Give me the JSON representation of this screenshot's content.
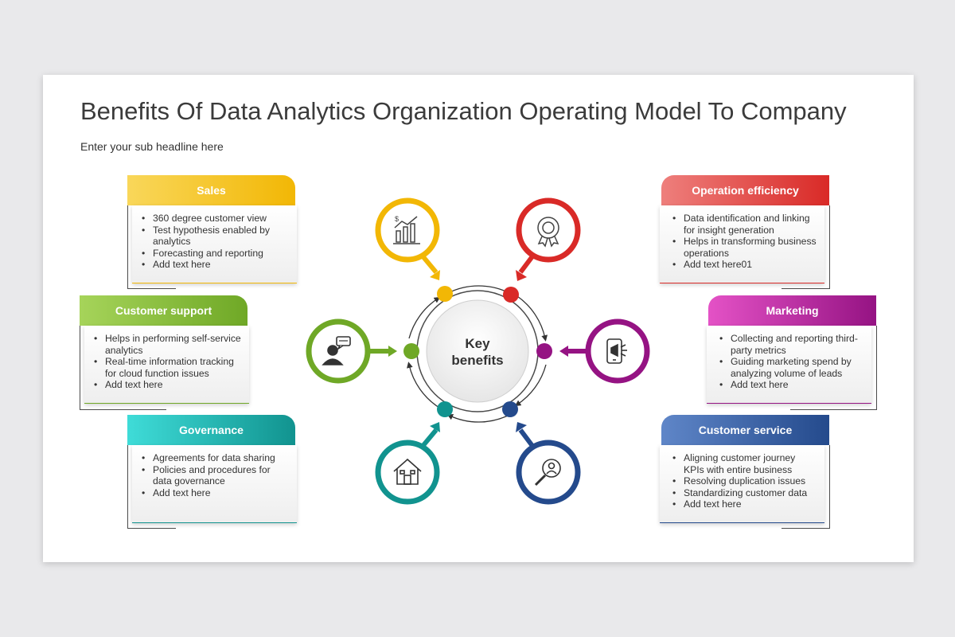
{
  "slide": {
    "title": "Benefits Of Data Analytics Organization Operating Model To Company",
    "subtitle": "Enter your sub headline here"
  },
  "center": {
    "line1": "Key",
    "line2": "benefits"
  },
  "cards": {
    "sales": {
      "title": "Sales",
      "color": "#f4bd14",
      "items": [
        "360 degree customer view",
        "Test hypothesis enabled by analytics",
        "Forecasting and reporting",
        "Add text here"
      ]
    },
    "customer_support": {
      "title": "Customer support",
      "color": "#7ab52e",
      "items": [
        "Helps in performing self-service analytics",
        "Real-time information tracking for cloud function issues",
        "Add text here"
      ]
    },
    "governance": {
      "title": "Governance",
      "color": "#1aa9a3",
      "items": [
        "Agreements for data sharing",
        "Policies and procedures for data governance",
        "Add text here"
      ]
    },
    "operation_efficiency": {
      "title": "Operation efficiency",
      "color": "#e2413e",
      "items": [
        "Data identification and linking for insight generation",
        "Helps in transforming business operations",
        "Add text here01"
      ]
    },
    "marketing": {
      "title": "Marketing",
      "color": "#a51c8e",
      "items": [
        "Collecting and reporting third-party metrics",
        "Guiding marketing spend by analyzing volume of leads",
        "Add text here"
      ]
    },
    "customer_service": {
      "title": "Customer service",
      "color": "#2e5597",
      "items": [
        "Aligning customer journey KPIs with entire business",
        "Resolving duplication issues",
        "Standardizing customer data",
        "Add text here"
      ]
    }
  },
  "icons": {
    "sales": "bar-chart-growth-icon",
    "operation_efficiency": "award-badge-icon",
    "marketing": "mobile-megaphone-icon",
    "customer_service": "search-user-icon",
    "governance": "house-icon",
    "customer_support": "support-agent-chat-icon"
  }
}
